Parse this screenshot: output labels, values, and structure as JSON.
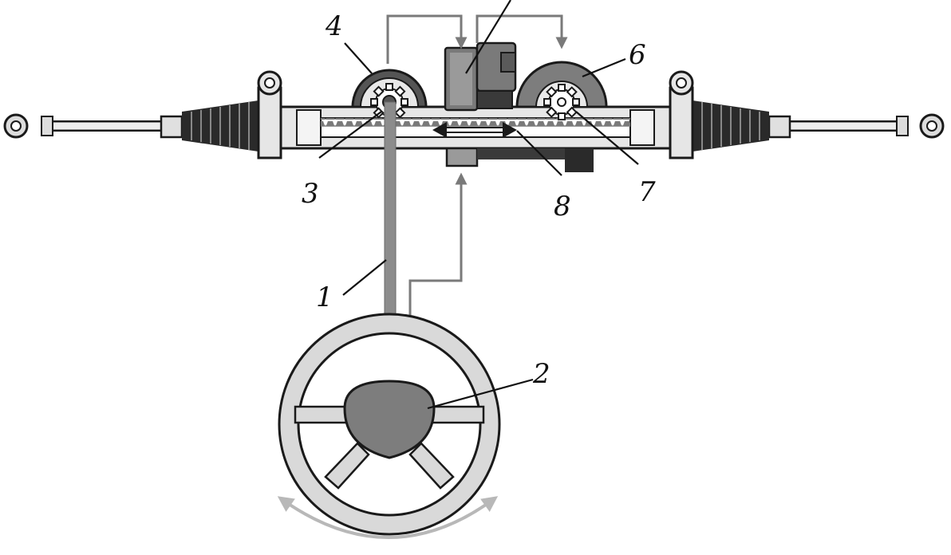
{
  "diagram": {
    "callouts": [
      {
        "id": "1",
        "label": "1"
      },
      {
        "id": "2",
        "label": "2"
      },
      {
        "id": "3",
        "label": "3"
      },
      {
        "id": "4",
        "label": "4"
      },
      {
        "id": "5",
        "label": ""
      },
      {
        "id": "6",
        "label": "6"
      },
      {
        "id": "7",
        "label": "7"
      },
      {
        "id": "8",
        "label": "8"
      }
    ],
    "colors": {
      "outline": "#1a1a1a",
      "housing": "#e6e6e6",
      "boot": "#2a2a2a",
      "motor_dark": "#444444",
      "motor_mid": "#7a7a7a",
      "steering_wheel_rim": "#d9d9d9",
      "steering_hub": "#7d7d7d",
      "shaft": "#8c8c8c",
      "signal_line": "#7a7a7a",
      "rotation_arrow": "#b8b8b8"
    }
  }
}
